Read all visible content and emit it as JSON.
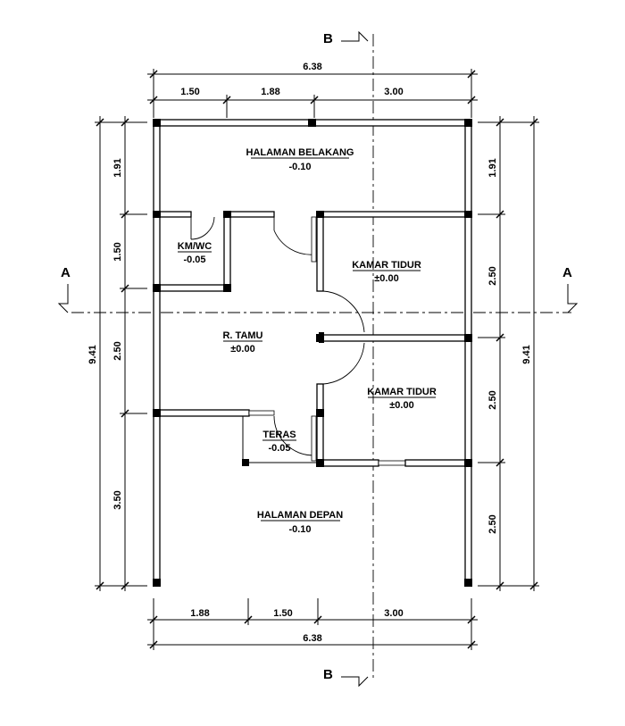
{
  "sections": {
    "top_label": "B",
    "bottom_label": "B",
    "left_label": "A",
    "right_label": "A"
  },
  "dimensions": {
    "top_total": "6.38",
    "top_seg1": "1.50",
    "top_seg2": "1.88",
    "top_seg3": "3.00",
    "bottom_seg1": "1.88",
    "bottom_seg2": "1.50",
    "bottom_seg3": "3.00",
    "bottom_total": "6.38",
    "left_total": "9.41",
    "left_seg1": "1.91",
    "left_seg2": "1.50",
    "left_seg3": "2.50",
    "left_seg4": "3.50",
    "right_total": "9.41",
    "right_seg1": "1.91",
    "right_seg2": "2.50",
    "right_seg3": "2.50",
    "right_seg4": "2.50"
  },
  "rooms": {
    "halaman_belakang": {
      "name": "HALAMAN BELAKANG",
      "level": "-0.10"
    },
    "kmwc": {
      "name": "KM/WC",
      "level": "-0.05"
    },
    "kamar_tidur_1": {
      "name": "KAMAR TIDUR",
      "level": "±0.00"
    },
    "r_tamu": {
      "name": "R. TAMU",
      "level": "±0.00"
    },
    "kamar_tidur_2": {
      "name": "KAMAR TIDUR",
      "level": "±0.00"
    },
    "teras": {
      "name": "TERAS",
      "level": "-0.05"
    },
    "halaman_depan": {
      "name": "HALAMAN DEPAN",
      "level": "-0.10"
    }
  }
}
